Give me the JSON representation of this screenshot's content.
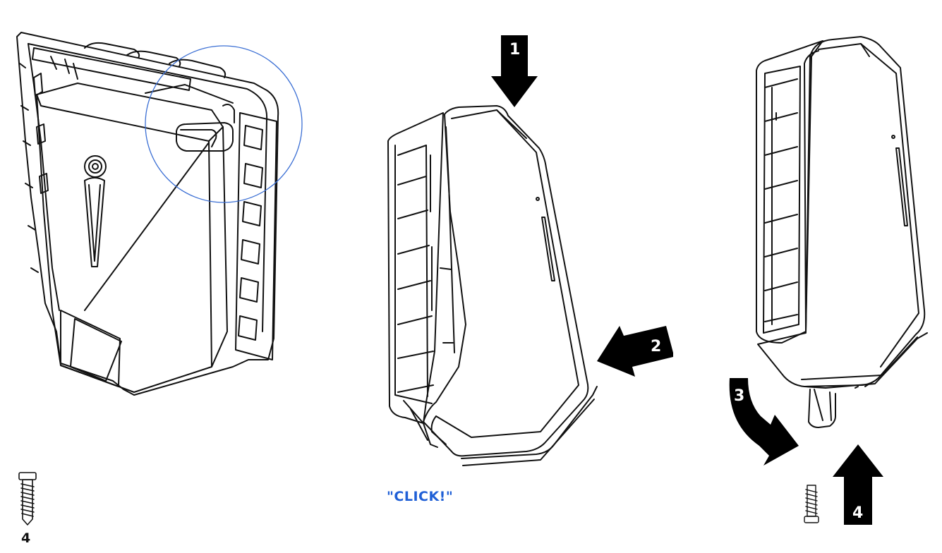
{
  "screw_quantity": "4",
  "click_text": "\"CLICK!\"",
  "steps": [
    "1",
    "2",
    "3",
    "4"
  ],
  "colors": {
    "line": "#111111",
    "highlight_circle": "#3b6fd4",
    "click_text": "#1f5fd6",
    "background": "#ffffff"
  },
  "icons": [
    "screw-icon",
    "down-arrow-icon",
    "left-arrow-icon",
    "curved-arrow-icon",
    "up-arrow-icon"
  ]
}
